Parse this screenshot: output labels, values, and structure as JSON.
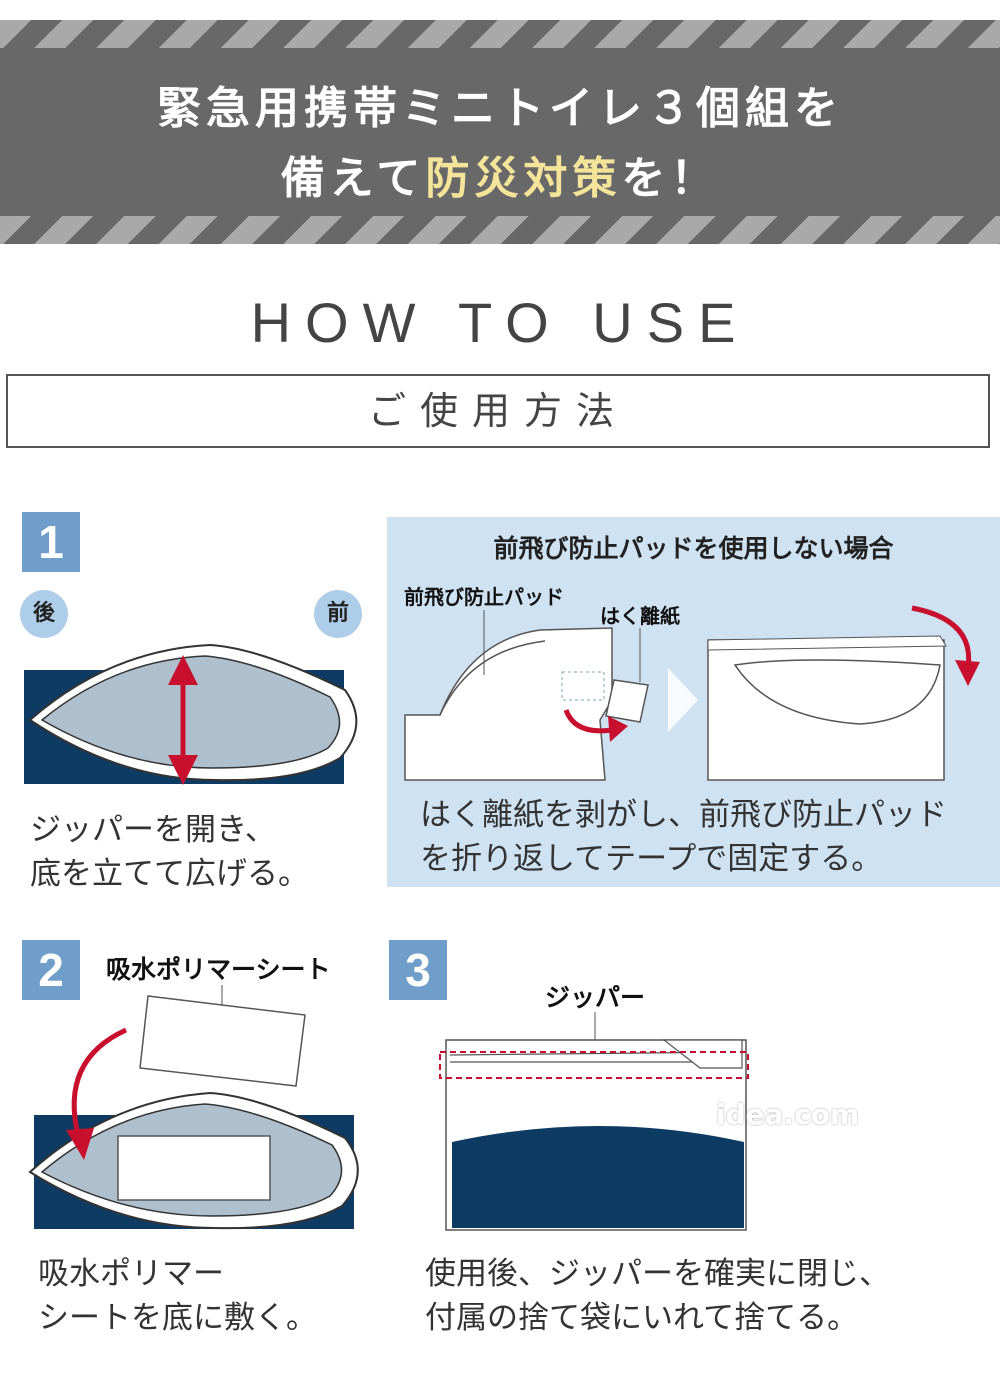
{
  "banner": {
    "line1": "緊急用携帯ミニトイレ３個組を",
    "line2_pre": "備えて",
    "line2_highlight": "防災対策",
    "line2_post": "を！",
    "bg_color": "#686868",
    "highlight_color": "#f4e49a"
  },
  "heading": {
    "title": "HOW TO USE",
    "subtitle": "ご使用方法"
  },
  "step1": {
    "number": "1",
    "back_label": "後",
    "front_label": "前",
    "description": "ジッパーを開き、\n底を立てて広げる。"
  },
  "panel": {
    "title": "前飛び防止パッドを使用しない場合",
    "pad_label": "前飛び防止パッド",
    "paper_label": "はく離紙",
    "description": "はく離紙を剥がし、前飛び防止パッド\nを折り返してテープで固定する。",
    "bg_color": "#cfe2f2"
  },
  "step2": {
    "number": "2",
    "sheet_label": "吸水ポリマーシート",
    "description": "吸水ポリマー\nシートを底に敷く。"
  },
  "step3": {
    "number": "3",
    "zipper_label": "ジッパー",
    "description": "使用後、ジッパーを確実に閉じ、\n付属の捨て袋にいれて捨てる。"
  },
  "watermark": "idea.com",
  "colors": {
    "navy": "#0d3b63",
    "bag_fill": "#aebfcd",
    "badge": "#6e9ec9",
    "circle": "#aecde8",
    "arrow_red": "#c8102e"
  }
}
